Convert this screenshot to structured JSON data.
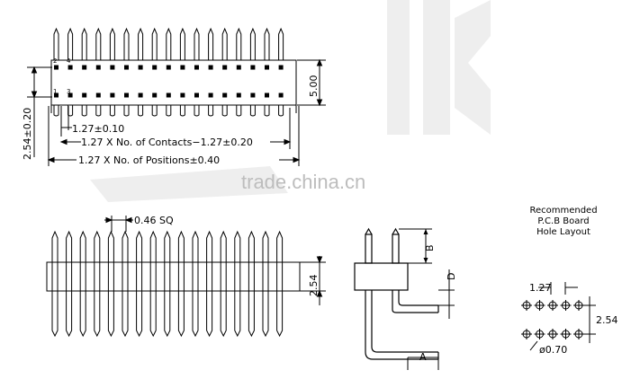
{
  "drawing": {
    "top_view": {
      "pin_labels_top": [
        "2",
        "4"
      ],
      "pin_labels_bottom": [
        "1",
        "3"
      ],
      "dim_pitch": "1.27±0.10",
      "dim_contacts": "1.27 X No. of Contacts−1.27±0.20",
      "dim_positions": "1.27 X No. of Positions±0.40",
      "dim_height": "5.00",
      "dim_row_offset": "2.54±0.20"
    },
    "front_view": {
      "dim_pin_square": "0.46 SQ",
      "dim_body_height": "2.54"
    },
    "side_view": {
      "label_a": "A",
      "label_b": "B",
      "label_d": "D"
    },
    "pcb_layout": {
      "title_line1": "Recommended",
      "title_line2": "P.C.B Board",
      "title_line3": "Hole Layout",
      "dim_pitch": "1.27",
      "dim_row": "2.54",
      "dim_hole": "ø0.70"
    },
    "watermark": "trade.china.cn"
  }
}
